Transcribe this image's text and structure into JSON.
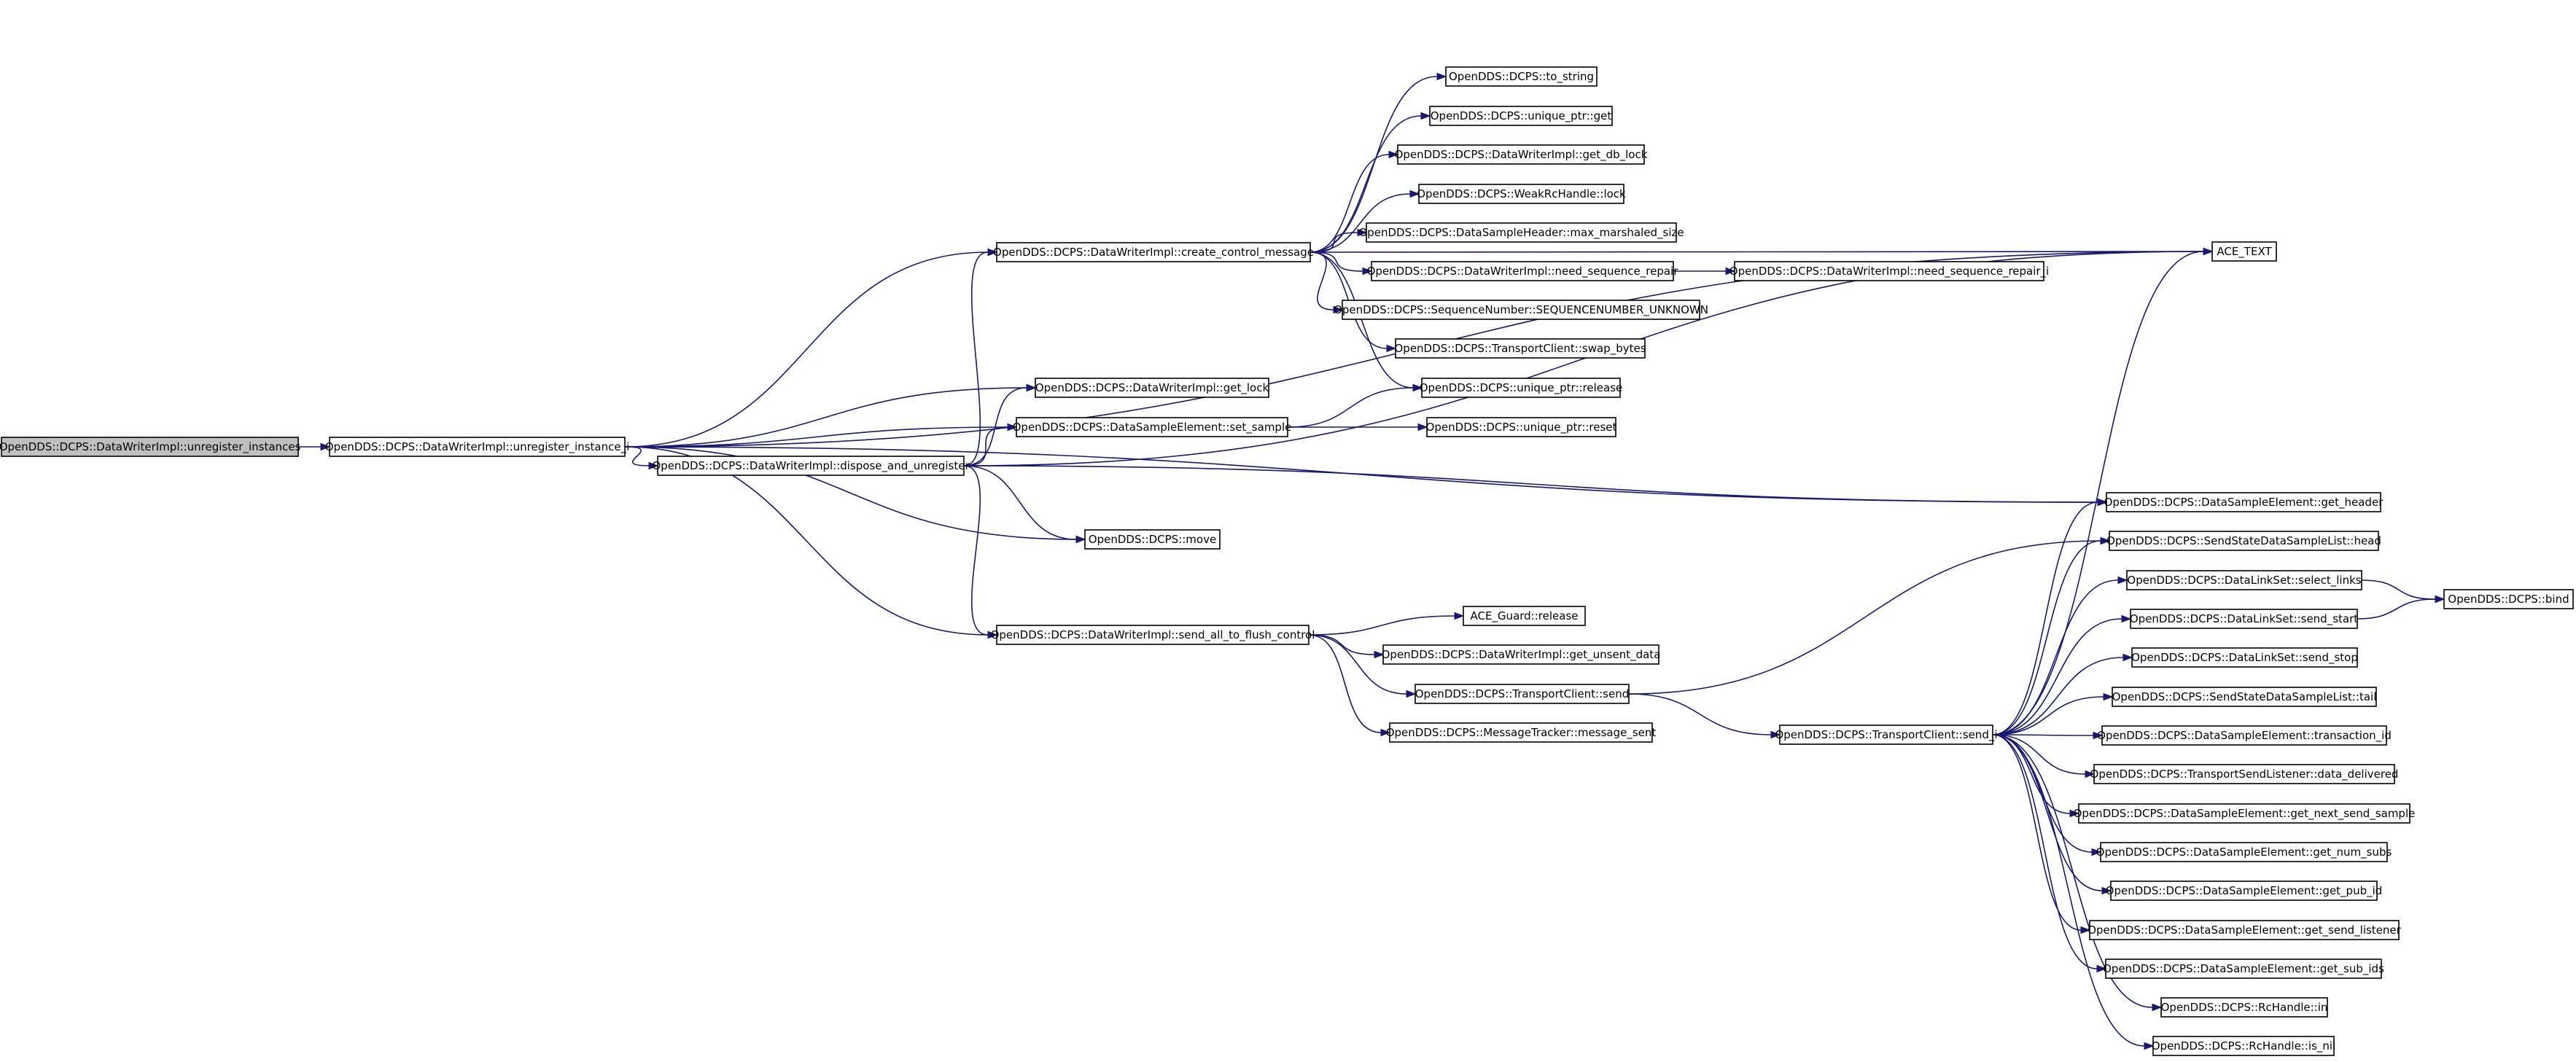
{
  "colors": {
    "edge": "#191970",
    "root_fill": "#bfbfbf",
    "node_fill": "#ffffff",
    "node_border": "#000000"
  },
  "nodes": {
    "n0": {
      "label": "OpenDDS::DCPS::DataWriterImpl::unregister_instances",
      "root": true
    },
    "n1": {
      "label": "OpenDDS::DCPS::DataWriterImpl::unregister_instance_i"
    },
    "n2": {
      "label": "ACE_TEXT"
    },
    "n3": {
      "label": "OpenDDS::DCPS::DataWriterImpl::create_control_message"
    },
    "n4": {
      "label": "OpenDDS::DCPS::to_string"
    },
    "n5": {
      "label": "OpenDDS::DCPS::unique_ptr::get"
    },
    "n6": {
      "label": "OpenDDS::DCPS::DataWriterImpl::get_db_lock"
    },
    "n7": {
      "label": "OpenDDS::DCPS::WeakRcHandle::lock"
    },
    "n8": {
      "label": "OpenDDS::DCPS::DataSampleHeader::max_marshaled_size"
    },
    "n9": {
      "label": "OpenDDS::DCPS::DataWriterImpl::need_sequence_repair"
    },
    "n10": {
      "label": "OpenDDS::DCPS::DataWriterImpl::need_sequence_repair_i"
    },
    "n11": {
      "label": "OpenDDS::DCPS::SequenceNumber::SEQUENCENUMBER_UNKNOWN"
    },
    "n12": {
      "label": "OpenDDS::DCPS::TransportClient::swap_bytes"
    },
    "n13": {
      "label": "OpenDDS::DCPS::unique_ptr::release"
    },
    "n14": {
      "label": "OpenDDS::DCPS::DataWriterImpl::get_lock"
    },
    "n15": {
      "label": "OpenDDS::DCPS::DataSampleElement::set_sample"
    },
    "n16": {
      "label": "OpenDDS::DCPS::unique_ptr::reset"
    },
    "n17": {
      "label": "OpenDDS::DCPS::DataWriterImpl::dispose_and_unregister"
    },
    "n18": {
      "label": "OpenDDS::DCPS::DataSampleElement::get_header"
    },
    "n19": {
      "label": "OpenDDS::DCPS::move"
    },
    "n20": {
      "label": "OpenDDS::DCPS::SendStateDataSampleList::head"
    },
    "n21": {
      "label": "OpenDDS::DCPS::DataWriterImpl::send_all_to_flush_control"
    },
    "n22": {
      "label": "ACE_Guard::release"
    },
    "n23": {
      "label": "OpenDDS::DCPS::DataWriterImpl::get_unsent_data"
    },
    "n24": {
      "label": "OpenDDS::DCPS::TransportClient::send"
    },
    "n25": {
      "label": "OpenDDS::DCPS::MessageTracker::message_sent"
    },
    "n26": {
      "label": "OpenDDS::DCPS::TransportClient::send_i"
    },
    "n27": {
      "label": "OpenDDS::DCPS::DataLinkSet::select_links"
    },
    "n28": {
      "label": "OpenDDS::DCPS::bind"
    },
    "n29": {
      "label": "OpenDDS::DCPS::DataLinkSet::send_start"
    },
    "n30": {
      "label": "OpenDDS::DCPS::DataLinkSet::send_stop"
    },
    "n31": {
      "label": "OpenDDS::DCPS::SendStateDataSampleList::tail"
    },
    "n32": {
      "label": "OpenDDS::DCPS::DataSampleElement::transaction_id"
    },
    "n33": {
      "label": "OpenDDS::DCPS::TransportSendListener::data_delivered"
    },
    "n34": {
      "label": "OpenDDS::DCPS::DataSampleElement::get_next_send_sample"
    },
    "n35": {
      "label": "OpenDDS::DCPS::DataSampleElement::get_num_subs"
    },
    "n36": {
      "label": "OpenDDS::DCPS::DataSampleElement::get_pub_id"
    },
    "n37": {
      "label": "OpenDDS::DCPS::DataSampleElement::get_send_listener"
    },
    "n38": {
      "label": "OpenDDS::DCPS::DataSampleElement::get_sub_ids"
    },
    "n39": {
      "label": "OpenDDS::DCPS::RcHandle::in"
    },
    "n40": {
      "label": "OpenDDS::DCPS::RcHandle::is_nil"
    }
  },
  "edges": [
    [
      "n0",
      "n1"
    ],
    [
      "n1",
      "n2"
    ],
    [
      "n1",
      "n3"
    ],
    [
      "n1",
      "n14"
    ],
    [
      "n1",
      "n15"
    ],
    [
      "n1",
      "n17"
    ],
    [
      "n1",
      "n18"
    ],
    [
      "n1",
      "n19"
    ],
    [
      "n1",
      "n21"
    ],
    [
      "n3",
      "n2"
    ],
    [
      "n3",
      "n4"
    ],
    [
      "n3",
      "n5"
    ],
    [
      "n3",
      "n6"
    ],
    [
      "n3",
      "n7"
    ],
    [
      "n3",
      "n8"
    ],
    [
      "n3",
      "n9"
    ],
    [
      "n3",
      "n11"
    ],
    [
      "n3",
      "n12"
    ],
    [
      "n3",
      "n13"
    ],
    [
      "n9",
      "n10"
    ],
    [
      "n15",
      "n13"
    ],
    [
      "n15",
      "n16"
    ],
    [
      "n17",
      "n2"
    ],
    [
      "n17",
      "n3"
    ],
    [
      "n17",
      "n14"
    ],
    [
      "n17",
      "n15"
    ],
    [
      "n17",
      "n18"
    ],
    [
      "n17",
      "n19"
    ],
    [
      "n17",
      "n21"
    ],
    [
      "n21",
      "n22"
    ],
    [
      "n21",
      "n23"
    ],
    [
      "n21",
      "n24"
    ],
    [
      "n21",
      "n25"
    ],
    [
      "n24",
      "n20"
    ],
    [
      "n24",
      "n26"
    ],
    [
      "n26",
      "n2"
    ],
    [
      "n26",
      "n18"
    ],
    [
      "n26",
      "n20"
    ],
    [
      "n26",
      "n27"
    ],
    [
      "n26",
      "n29"
    ],
    [
      "n26",
      "n30"
    ],
    [
      "n26",
      "n31"
    ],
    [
      "n26",
      "n32"
    ],
    [
      "n26",
      "n33"
    ],
    [
      "n26",
      "n34"
    ],
    [
      "n26",
      "n35"
    ],
    [
      "n26",
      "n36"
    ],
    [
      "n26",
      "n37"
    ],
    [
      "n26",
      "n38"
    ],
    [
      "n26",
      "n39"
    ],
    [
      "n26",
      "n40"
    ],
    [
      "n27",
      "n28"
    ],
    [
      "n29",
      "n28"
    ]
  ]
}
